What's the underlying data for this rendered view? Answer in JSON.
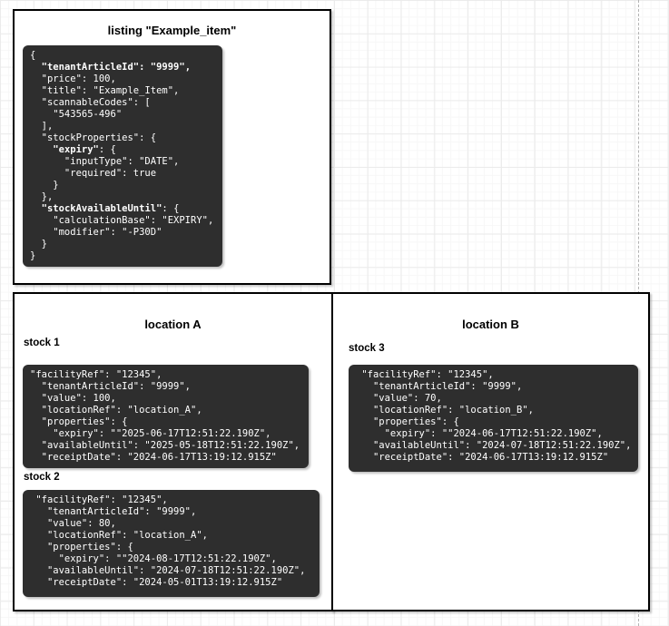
{
  "colors": {
    "code_background": "#2e2e2e",
    "code_text": "#ffffff",
    "box_border": "#000000",
    "box_fill": "#ffffff",
    "grid_minor": "#f7f7f7",
    "grid_major": "#ebebeb",
    "page_break_line": "#b3b3b3"
  },
  "listing_box": {
    "title": "listing \"Example_item\"",
    "code": [
      [
        {
          "t": "{"
        }
      ],
      [
        {
          "t": "  "
        },
        {
          "t": "\"tenantArticleId\": \"9999\",",
          "b": true
        }
      ],
      [
        {
          "t": "  \"price\": 100,"
        }
      ],
      [
        {
          "t": "  \"title\": \"Example_Item\","
        }
      ],
      [
        {
          "t": "  \"scannableCodes\": ["
        }
      ],
      [
        {
          "t": "    \"543565-496\""
        }
      ],
      [
        {
          "t": "  ],"
        }
      ],
      [
        {
          "t": "  \"stockProperties\": {"
        }
      ],
      [
        {
          "t": "    "
        },
        {
          "t": "\"expiry\"",
          "b": true
        },
        {
          "t": ": {"
        }
      ],
      [
        {
          "t": "      \"inputType\": \"DATE\","
        }
      ],
      [
        {
          "t": "      \"required\": true"
        }
      ],
      [
        {
          "t": "    }"
        }
      ],
      [
        {
          "t": "  },"
        }
      ],
      [
        {
          "t": "  "
        },
        {
          "t": "\"stockAvailableUntil\"",
          "b": true
        },
        {
          "t": ": {"
        }
      ],
      [
        {
          "t": "    \"calculationBase\": \"EXPIRY\","
        }
      ],
      [
        {
          "t": "    \"modifier\": \"-P30D\""
        }
      ],
      [
        {
          "t": "  }"
        }
      ],
      [
        {
          "t": "}"
        }
      ]
    ]
  },
  "location_a": {
    "title": "location A",
    "stock1_label": "stock 1",
    "stock1_code": [
      [
        {
          "t": "\"facilityRef\": \"12345\","
        }
      ],
      [
        {
          "t": "  \"tenantArticleId\": \"9999\","
        }
      ],
      [
        {
          "t": "  \"value\": 100,"
        }
      ],
      [
        {
          "t": "  \"locationRef\": \"location_A\","
        }
      ],
      [
        {
          "t": "  \"properties\": {"
        }
      ],
      [
        {
          "t": "    \"expiry\": \"\"2025-06-17T12:51:22.190Z\","
        }
      ],
      [
        {
          "t": "  \"availableUntil\": \"2025-05-18T12:51:22.190Z\","
        }
      ],
      [
        {
          "t": "  \"receiptDate\": \"2024-06-17T13:19:12.915Z\""
        }
      ]
    ],
    "stock2_label": "stock 2",
    "stock2_code": [
      [
        {
          "t": " \"facilityRef\": \"12345\","
        }
      ],
      [
        {
          "t": "   \"tenantArticleId\": \"9999\","
        }
      ],
      [
        {
          "t": "   \"value\": 80,"
        }
      ],
      [
        {
          "t": "   \"locationRef\": \"location_A\","
        }
      ],
      [
        {
          "t": "   \"properties\": {"
        }
      ],
      [
        {
          "t": "     \"expiry\": \"\"2024-08-17T12:51:22.190Z\","
        }
      ],
      [
        {
          "t": "   \"availableUntil\": \"2024-07-18T12:51:22.190Z\","
        }
      ],
      [
        {
          "t": "   \"receiptDate\": \"2024-05-01T13:19:12.915Z\""
        }
      ]
    ]
  },
  "location_b": {
    "title": "location B",
    "stock3_label": "stock 3",
    "stock3_code": [
      [
        {
          "t": " \"facilityRef\": \"12345\","
        }
      ],
      [
        {
          "t": "   \"tenantArticleId\": \"9999\","
        }
      ],
      [
        {
          "t": "   \"value\": 70,"
        }
      ],
      [
        {
          "t": "   \"locationRef\": \"location_B\","
        }
      ],
      [
        {
          "t": "   \"properties\": {"
        }
      ],
      [
        {
          "t": "     \"expiry\": \"\"2024-06-17T12:51:22.190Z\","
        }
      ],
      [
        {
          "t": "   \"availableUntil\": \"2024-07-18T12:51:22.190Z\","
        }
      ],
      [
        {
          "t": "   \"receiptDate\": \"2024-06-17T13:19:12.915Z\""
        }
      ]
    ]
  }
}
